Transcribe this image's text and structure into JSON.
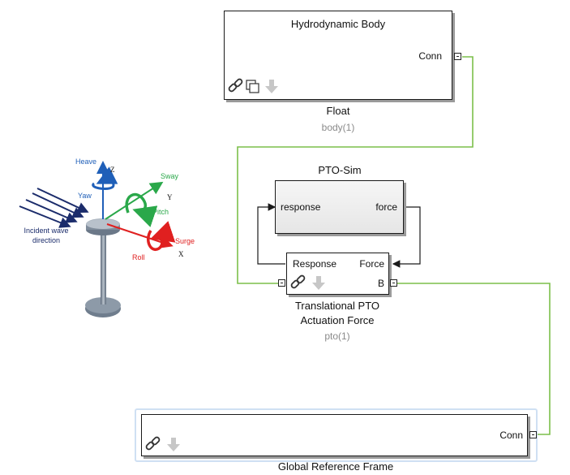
{
  "colors": {
    "connection": "#7cbf4a",
    "signal": "#1a1a1a",
    "heave": "#1f5fb8",
    "sway": "#2aa84a",
    "surge": "#e02020"
  },
  "float_block": {
    "title": "Hydrodynamic Body",
    "port": "Conn",
    "caption": "Float",
    "subcaption": "body(1)"
  },
  "pto_sim_block": {
    "title": "PTO-Sim",
    "input_port": "response",
    "output_port": "force"
  },
  "pto_block": {
    "input_port": "Force",
    "output_port": "Response",
    "port_b": "B",
    "caption_line1": "Translational PTO",
    "caption_line2": "Actuation Force",
    "subcaption": "pto(1)"
  },
  "global_frame_block": {
    "port": "Conn",
    "caption": "Global Reference Frame"
  },
  "figure": {
    "heave": "Heave",
    "z": "Z",
    "yaw": "Yaw",
    "sway": "Sway",
    "y": "Y",
    "pitch": "Pitch",
    "surge": "Surge",
    "x": "X",
    "roll": "Roll",
    "wave_line1": "Incident wave",
    "wave_line2": "direction"
  }
}
